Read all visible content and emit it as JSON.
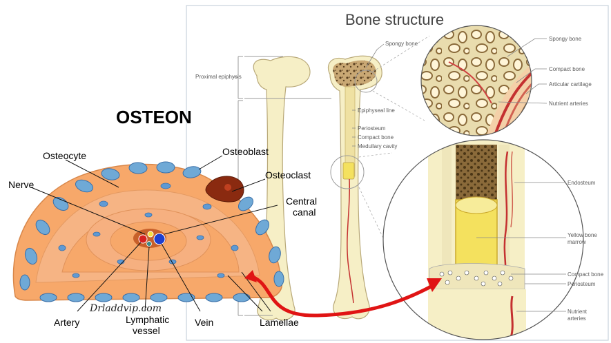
{
  "diagram": {
    "title": "Bone structure",
    "osteon_title": "OSTEON",
    "watermark": "Drladdvip.com",
    "bone_labels": {
      "proximal_epiphysis": "Proximal epiphysis",
      "spongy_bone": "Spongy bone",
      "epiphyseal_line": "Epiphyseal line",
      "periosteum": "Periosteum",
      "compact_bone": "Compact bone",
      "medullary_cavity": "Medullary cavity"
    },
    "top_zoom_labels": {
      "spongy_bone": "Spongy bone",
      "compact_bone": "Compact bone",
      "articular_cartilage": "Articular cartilage",
      "nutrient_arteries": "Nutrient arteries"
    },
    "bottom_zoom_labels": {
      "endosteum": "Endosteum",
      "yellow_bone_marrow_1": "Yellow bone",
      "yellow_bone_marrow_2": "marrow",
      "compact_bone": "Compact bone",
      "periosteum": "Periosteum",
      "nutrient_arteries_1": "Nutrient",
      "nutrient_arteries_2": "arteries"
    },
    "osteon_labels": {
      "osteocyte": "Osteocyte",
      "osteoblast": "Osteoblast",
      "osteoclast": "Osteoclast",
      "nerve": "Nerve",
      "central_canal_1": "Central",
      "central_canal_2": "canal",
      "artery": "Artery",
      "lymphatic_vessel_1": "Lymphatic",
      "lymphatic_vessel_2": "vessel",
      "vein": "Vein",
      "lamellae": "Lamellae"
    },
    "colors": {
      "bone": "#f6efc6",
      "spongy": "#a88a5a",
      "osteon_fill": "#f7a86a",
      "osteon_ring": "#f4b98a",
      "cell_blue": "#6fa9d6",
      "artery_red": "#d62020",
      "vein_blue": "#1f3fcf",
      "marrow_yellow": "#f4e15e",
      "arrow_red": "#e01414"
    }
  }
}
